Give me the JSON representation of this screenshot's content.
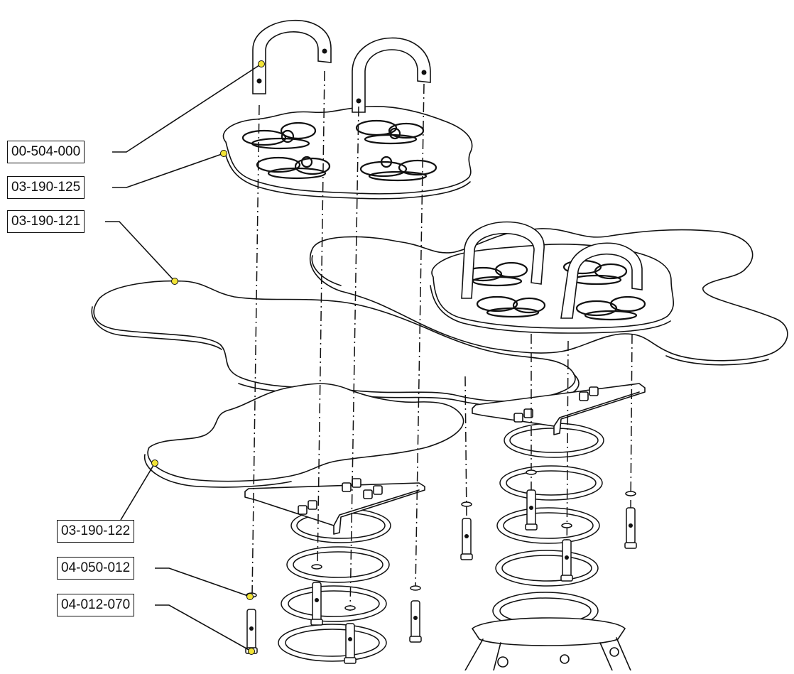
{
  "diagram": {
    "type": "exploded-assembly",
    "part_labels": [
      {
        "id": "p1",
        "number": "00-504-000"
      },
      {
        "id": "p2",
        "number": "03-190-125"
      },
      {
        "id": "p3",
        "number": "03-190-121"
      },
      {
        "id": "p4",
        "number": "03-190-122"
      },
      {
        "id": "p5",
        "number": "04-050-012"
      },
      {
        "id": "p6",
        "number": "04-012-070"
      }
    ],
    "colors": {
      "line": "#111111",
      "background": "#ffffff",
      "callout_dot": "#f2e436"
    }
  }
}
